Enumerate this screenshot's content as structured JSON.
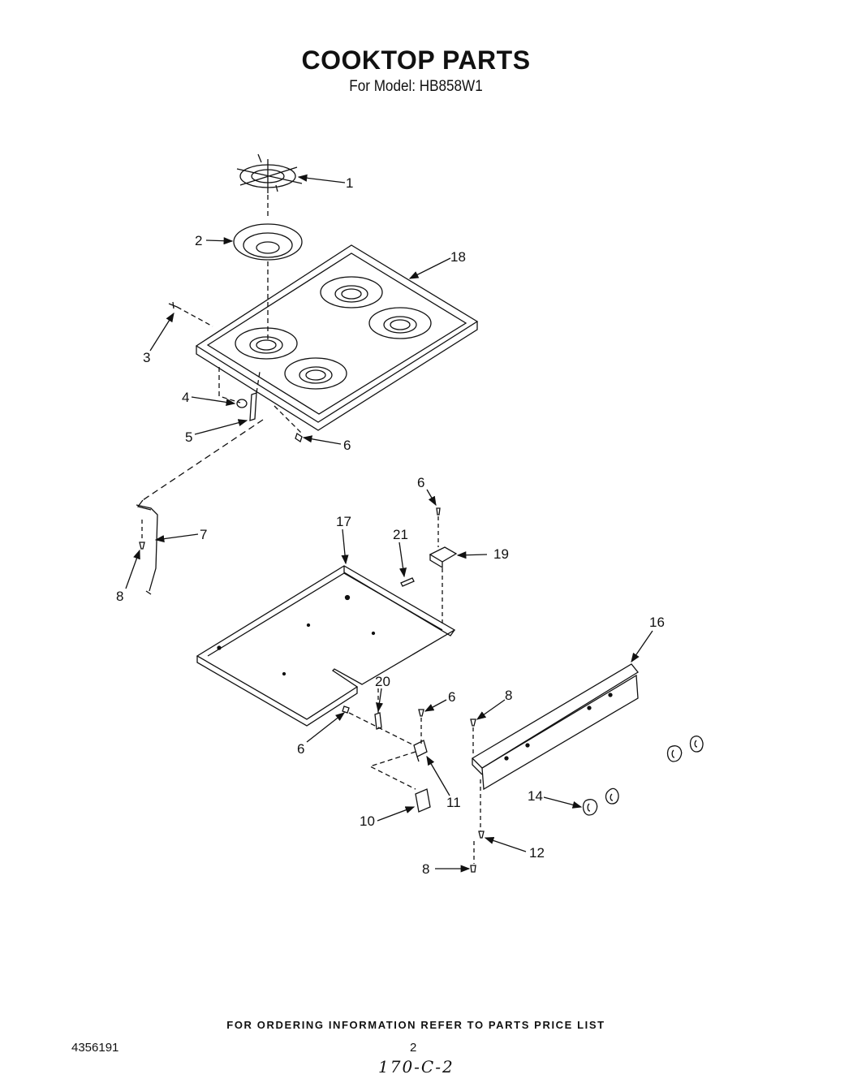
{
  "header": {
    "title": "COOKTOP PARTS",
    "subtitle": "For Model: HB858W1"
  },
  "callouts": {
    "c1": "1",
    "c2": "2",
    "c3": "3",
    "c4": "4",
    "c5": "5",
    "c6a": "6",
    "c6b": "6",
    "c6c": "6",
    "c6d": "6",
    "c7": "7",
    "c8a": "8",
    "c8b": "8",
    "c8c": "8",
    "c10": "10",
    "c11": "11",
    "c12": "12",
    "c14": "14",
    "c16": "16",
    "c17": "17",
    "c18": "18",
    "c19": "19",
    "c20": "20",
    "c21": "21"
  },
  "footer": {
    "note": "FOR ORDERING INFORMATION REFER TO PARTS PRICE LIST",
    "doc_number": "4356191",
    "page_number": "2",
    "handwritten": "170-C-2"
  }
}
